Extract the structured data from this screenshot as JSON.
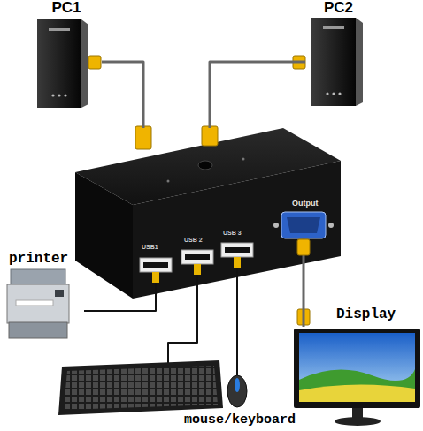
{
  "diagram": {
    "nodes": [
      {
        "text": [
          "PC1"
        ]
      },
      {
        "text": [
          "PC2"
        ]
      },
      {
        "text": [
          "USB1",
          "USB 2",
          "USB 3",
          "Output"
        ]
      },
      {
        "text": [
          "printer"
        ]
      },
      {
        "text": [
          "Display"
        ]
      },
      {
        "text": [
          "mouse/keyboard"
        ]
      }
    ],
    "edges": [
      {
        "from": 0,
        "to": 2,
        "arrow": "none"
      },
      {
        "from": 1,
        "to": 2,
        "arrow": "none"
      },
      {
        "from": 2,
        "to": 4,
        "arrow": "none"
      },
      {
        "from": 3,
        "to": 2,
        "arrow": "none"
      },
      {
        "from": 5,
        "to": 2,
        "arrow": "none"
      },
      {
        "from": 5,
        "to": 2,
        "arrow": "none"
      }
    ]
  }
}
